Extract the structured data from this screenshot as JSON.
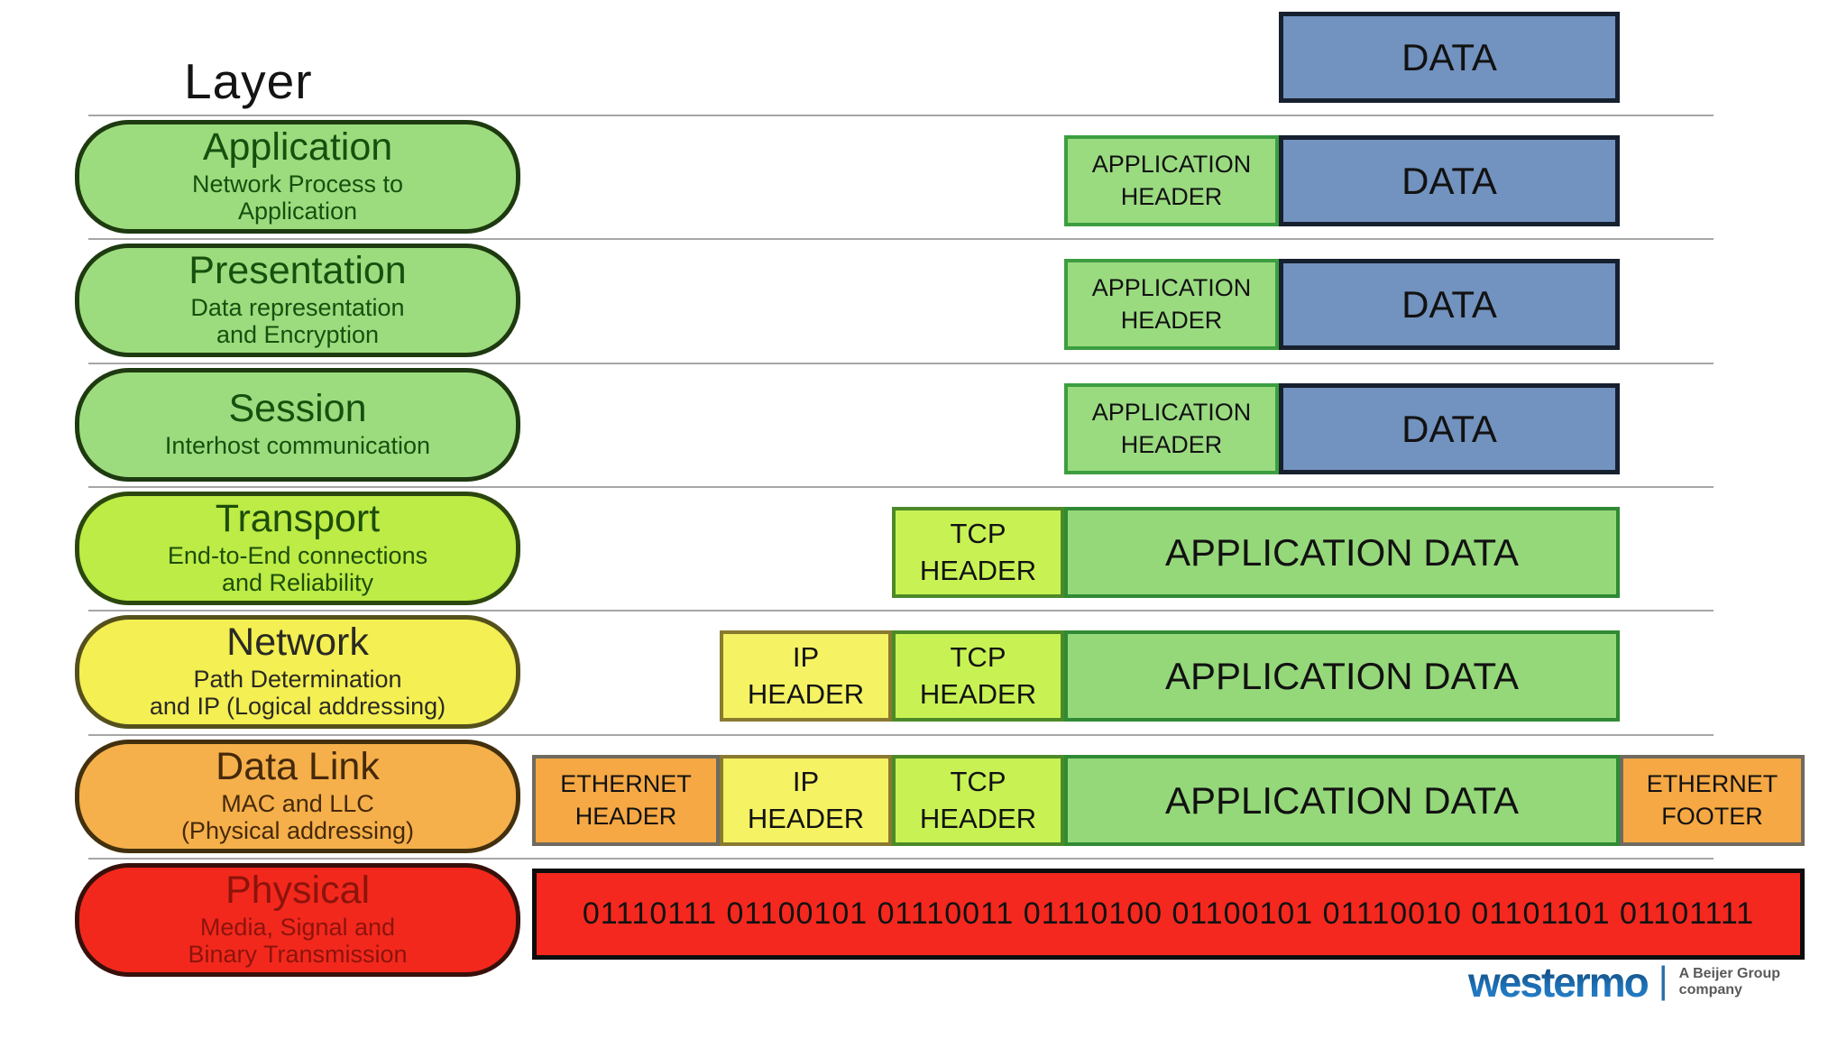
{
  "page": {
    "title_label": "Layer"
  },
  "layers": [
    {
      "id": "application",
      "title": "Application",
      "subtitle_lines": [
        "Network Process to",
        "Application"
      ],
      "fill": "#9ddc7e",
      "border": "#1e3a10",
      "text_color": "#17500e"
    },
    {
      "id": "presentation",
      "title": "Presentation",
      "subtitle_lines": [
        "Data representation",
        "and Encryption"
      ],
      "fill": "#9ddc7e",
      "border": "#1e3a10",
      "text_color": "#17500e"
    },
    {
      "id": "session",
      "title": "Session",
      "subtitle_lines": [
        "Interhost communication"
      ],
      "fill": "#9ddc7e",
      "border": "#1e3a10",
      "text_color": "#17500e"
    },
    {
      "id": "transport",
      "title": "Transport",
      "subtitle_lines": [
        "End-to-End connections",
        "and Reliability"
      ],
      "fill": "#bcec45",
      "border": "#2c470e",
      "text_color": "#1e4d0a"
    },
    {
      "id": "network",
      "title": "Network",
      "subtitle_lines": [
        "Path Determination",
        "and IP (Logical addressing)"
      ],
      "fill": "#f4ef52",
      "border": "#55511c",
      "text_color": "#2a2a24"
    },
    {
      "id": "data-link",
      "title": "Data Link",
      "subtitle_lines": [
        "MAC and LLC",
        "(Physical addressing)"
      ],
      "fill": "#f5b04b",
      "border": "#43300e",
      "text_color": "#46290a"
    },
    {
      "id": "physical",
      "title": "Physical",
      "subtitle_lines": [
        "Media, Signal and",
        "Binary Transmission"
      ],
      "fill": "#f3281d",
      "border": "#38100a",
      "text_color": "#8c140b"
    }
  ],
  "box_styles": {
    "app-header": {
      "fill": "#9adb80",
      "border": "#3c9e40"
    },
    "data": {
      "fill": "#7292bf",
      "border": "#16202f"
    },
    "tcp-header": {
      "fill": "#c8f254",
      "border": "#4c8a28"
    },
    "ip-header": {
      "fill": "#f5f263",
      "border": "#8a7a30"
    },
    "eth-header": {
      "fill": "#f5a843",
      "border": "#6e6a60"
    },
    "app-data": {
      "fill": "#95d87a",
      "border": "#2f8a33"
    },
    "eth-footer": {
      "fill": "#f5a843",
      "border": "#6e6a60"
    },
    "binary": {
      "fill": "#f4281e",
      "border": "#0d0d0d"
    }
  },
  "encapsulation": {
    "rows": [
      {
        "id": "data",
        "boxes": [
          {
            "type": "data",
            "name": "data-box",
            "label_lines": [
              "DATA"
            ]
          }
        ]
      },
      {
        "id": "application",
        "boxes": [
          {
            "type": "app-header",
            "name": "application-header-box",
            "label_lines": [
              "APPLICATION",
              "HEADER"
            ]
          },
          {
            "type": "data",
            "name": "data-box",
            "label_lines": [
              "DATA"
            ]
          }
        ]
      },
      {
        "id": "presentation",
        "boxes": [
          {
            "type": "app-header",
            "name": "application-header-box",
            "label_lines": [
              "APPLICATION",
              "HEADER"
            ]
          },
          {
            "type": "data",
            "name": "data-box",
            "label_lines": [
              "DATA"
            ]
          }
        ]
      },
      {
        "id": "session",
        "boxes": [
          {
            "type": "app-header",
            "name": "application-header-box",
            "label_lines": [
              "APPLICATION",
              "HEADER"
            ]
          },
          {
            "type": "data",
            "name": "data-box",
            "label_lines": [
              "DATA"
            ]
          }
        ]
      },
      {
        "id": "transport",
        "boxes": [
          {
            "type": "tcp-header",
            "name": "tcp-header-box",
            "label_lines": [
              "TCP",
              "HEADER"
            ]
          },
          {
            "type": "app-data",
            "name": "application-data-box",
            "label_lines": [
              "APPLICATION DATA"
            ]
          }
        ]
      },
      {
        "id": "network",
        "boxes": [
          {
            "type": "ip-header",
            "name": "ip-header-box",
            "label_lines": [
              "IP",
              "HEADER"
            ]
          },
          {
            "type": "tcp-header",
            "name": "tcp-header-box",
            "label_lines": [
              "TCP",
              "HEADER"
            ]
          },
          {
            "type": "app-data",
            "name": "application-data-box",
            "label_lines": [
              "APPLICATION DATA"
            ]
          }
        ]
      },
      {
        "id": "data-link",
        "boxes": [
          {
            "type": "eth-header",
            "name": "ethernet-header-box",
            "label_lines": [
              "ETHERNET",
              "HEADER"
            ]
          },
          {
            "type": "ip-header",
            "name": "ip-header-box",
            "label_lines": [
              "IP",
              "HEADER"
            ]
          },
          {
            "type": "tcp-header",
            "name": "tcp-header-box",
            "label_lines": [
              "TCP",
              "HEADER"
            ]
          },
          {
            "type": "app-data",
            "name": "application-data-box",
            "label_lines": [
              "APPLICATION DATA"
            ]
          },
          {
            "type": "eth-footer",
            "name": "ethernet-footer-box",
            "label_lines": [
              "ETHERNET",
              "FOOTER"
            ]
          }
        ]
      },
      {
        "id": "physical",
        "boxes": [
          {
            "type": "binary",
            "name": "binary-stream-box",
            "label_lines": [
              "01110111 01100101 01110011 01110100 01100101 01110010 01101101 01101111"
            ]
          }
        ]
      }
    ]
  },
  "branding": {
    "logo_text": "westermo",
    "divider": "|",
    "tagline_line1": "A Beijer Group",
    "tagline_line2": "company"
  }
}
